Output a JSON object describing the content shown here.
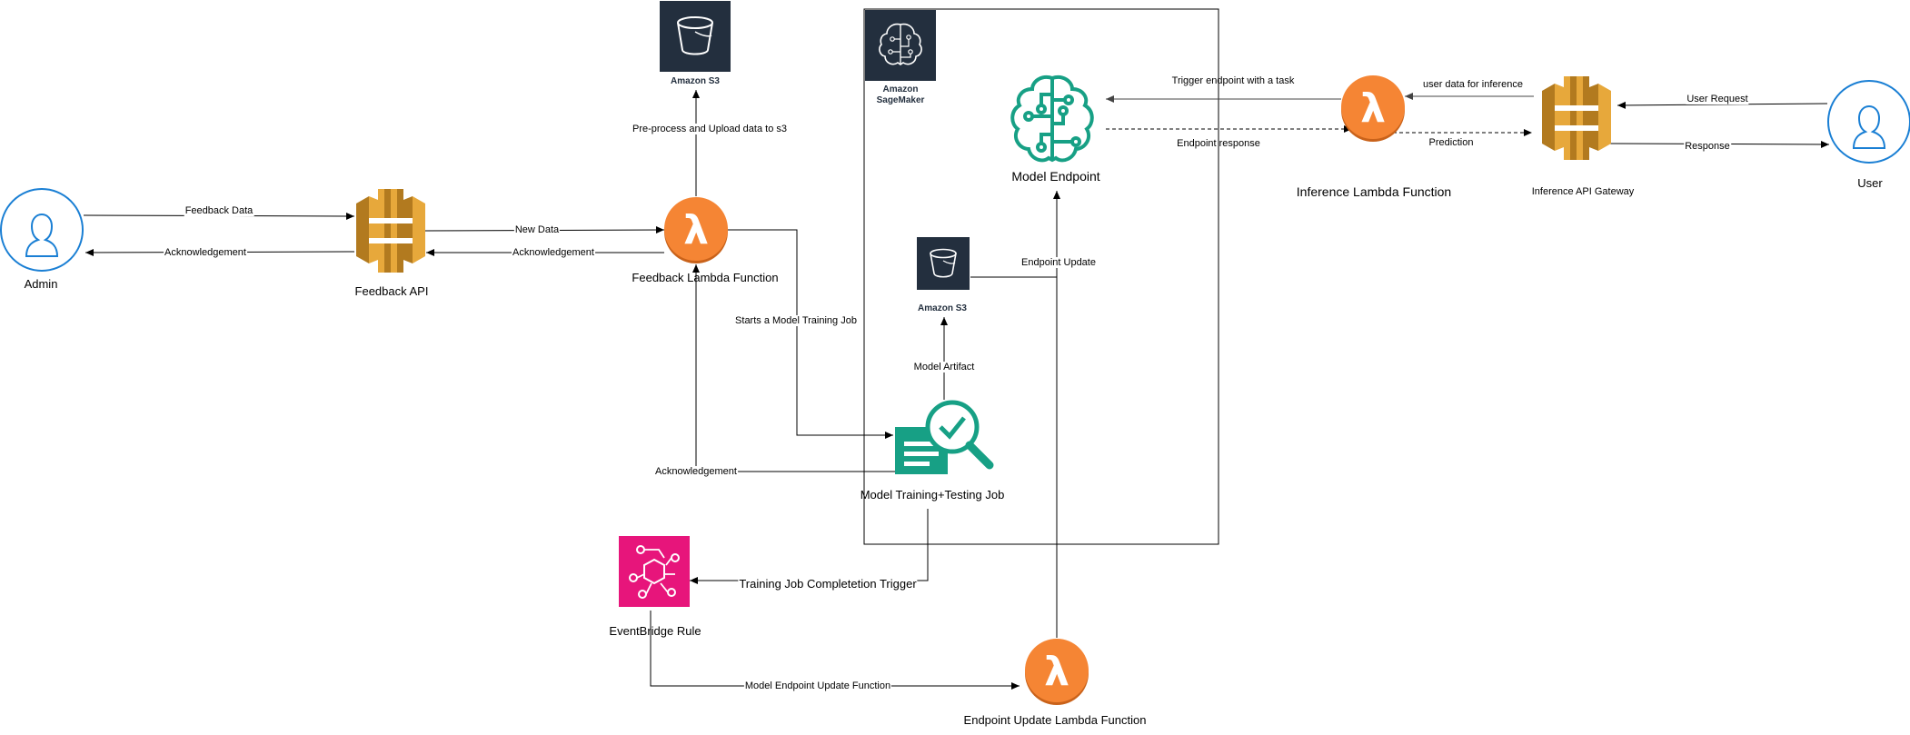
{
  "diagram": {
    "nodes": {
      "admin": {
        "label": "Admin",
        "icon": "user-icon"
      },
      "feedback_api": {
        "label": "Feedback API",
        "icon": "api-gateway-icon"
      },
      "feedback_lambda": {
        "label": "Feedback Lambda Function",
        "icon": "lambda-icon"
      },
      "s3_top": {
        "label": "Amazon S3",
        "icon": "s3-bucket-icon"
      },
      "sagemaker": {
        "label_line1": "Amazon",
        "label_line2": "SageMaker",
        "icon": "sagemaker-icon"
      },
      "model_endpoint": {
        "label": "Model Endpoint",
        "icon": "brain-circuit-icon"
      },
      "s3_inner": {
        "label": "Amazon S3",
        "icon": "s3-bucket-icon"
      },
      "training_job": {
        "label": "Model Training+Testing Job",
        "icon": "training-job-icon"
      },
      "eventbridge": {
        "label": "EventBridge Rule",
        "icon": "eventbridge-icon"
      },
      "endpoint_update_lambda": {
        "label": "Endpoint Update Lambda Function",
        "icon": "lambda-icon"
      },
      "inference_lambda": {
        "label": "Inference Lambda Function",
        "icon": "lambda-icon"
      },
      "inference_api": {
        "label": "Inference API Gateway",
        "icon": "api-gateway-icon"
      },
      "user": {
        "label": "User",
        "icon": "user-icon"
      }
    },
    "edges": {
      "feedback_data": "Feedback Data",
      "ack_admin": "Acknowledgement",
      "new_data": "New Data",
      "ack_api": "Acknowledgement",
      "preprocess": "Pre-process and Upload data to s3",
      "start_training": "Starts a Model Training Job",
      "ack_training": "Acknowledgement",
      "model_artifact": "Model Artifact",
      "endpoint_update": "Endpoint Update",
      "completion_trigger": "Training Job Completetion Trigger",
      "update_function": "Model Endpoint Update Function",
      "trigger_endpoint": "Trigger endpoint with a task",
      "endpoint_response": "Endpoint response",
      "user_data": "user data for inference",
      "prediction": "Prediction",
      "user_request": "User Request",
      "response": "Response"
    },
    "colors": {
      "lambda": "#f58534",
      "lambda_dark": "#c9621a",
      "api_gateway": "#e7a83b",
      "api_gateway_dark": "#b27a1f",
      "s3_tile": "#232f3e",
      "sagemaker_teal": "#17a085",
      "eventbridge": "#e7157b",
      "user_blue": "#1a7fd4"
    }
  }
}
